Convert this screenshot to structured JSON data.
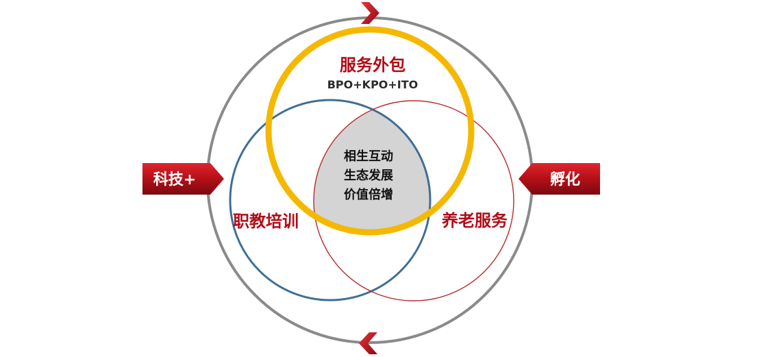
{
  "diagram": {
    "top_circle": {
      "title": "服务外包",
      "subtitle": "BPO+KPO+ITO"
    },
    "left_circle": {
      "title": "职教培训"
    },
    "right_circle": {
      "title": "养老服务"
    },
    "center": {
      "lines": [
        "相生互动",
        "生态发展",
        "价值倍增"
      ]
    },
    "left_tag": "科技+",
    "right_tag": "孵化"
  },
  "colors": {
    "outer_ring": "#8a8a8a",
    "top_ring": "#f5b800",
    "left_ring": "#3f6e95",
    "right_ring": "#b52a2f",
    "center_fill": "#d4d4d4",
    "accent_red": "#b00d17"
  }
}
